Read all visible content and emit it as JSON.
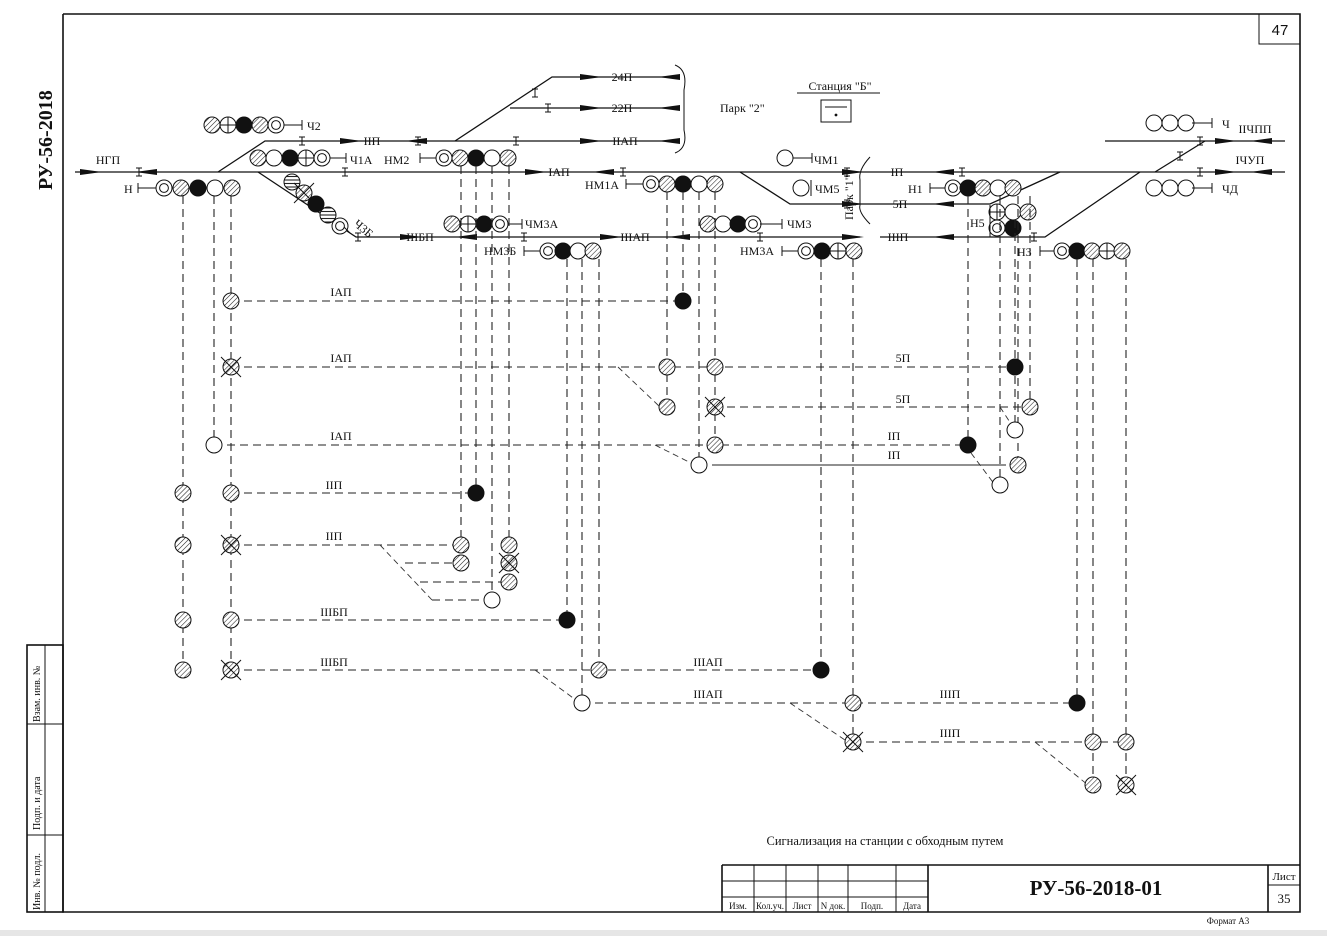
{
  "sheet": {
    "page_number": "47",
    "side_title": "РУ-56-2018",
    "caption": "Сигнализация на станции с обходным путем",
    "doc_code": "РУ-56-2018-01",
    "sheet_label": "Лист",
    "sheet_number": "35",
    "format_label": "Формат А3",
    "stamp_columns": [
      "Изм.",
      "Кол.уч.",
      "Лист",
      "N док.",
      "Подп.",
      "Дата"
    ],
    "side_stamp": [
      "Взам. инв. №",
      "Подп. и дата",
      "Инв. № подл."
    ]
  },
  "colors": {
    "ink": "#111111",
    "hatch": "#222222",
    "paper": "#ffffff"
  },
  "legend": {
    "station_b": "Станция \"Б\"",
    "park2": "Парк \"2\"",
    "park1": "Парк \"1\""
  },
  "track_labels": {
    "ngp": "НГП",
    "iip_top": "IIП",
    "iiap": "IIАП",
    "p22": "22П",
    "p24": "24П",
    "iap": "IАП",
    "ip": "IП",
    "p5": "5П",
    "iiip": "IIIП",
    "iiibp": "IIIБП",
    "iiiap": "IIIАП",
    "iichpp": "IIЧПП",
    "ichup": "IЧУП"
  },
  "signals": [
    {
      "name": "Ч2",
      "lamps": [
        "hatch",
        "cross",
        "solid",
        "hatch",
        "double"
      ]
    },
    {
      "name": "Ч1А",
      "lamps": [
        "hatch",
        "open",
        "solid",
        "cross",
        "double"
      ]
    },
    {
      "name": "Ч3Б",
      "lamps": [
        "hatchh",
        "x",
        "solid",
        "hatchh",
        "double"
      ]
    },
    {
      "name": "Н",
      "lamps": [
        "double",
        "hatch",
        "solid",
        "open",
        "hatch"
      ]
    },
    {
      "name": "НМ2",
      "lamps": [
        "double",
        "hatch",
        "solid",
        "open",
        "hatch"
      ]
    },
    {
      "name": "ЧМ3А",
      "lamps": [
        "hatch",
        "cross",
        "solid",
        "double"
      ]
    },
    {
      "name": "НМ3Б",
      "lamps": [
        "double",
        "solid",
        "open",
        "hatch"
      ]
    },
    {
      "name": "НМ1А",
      "lamps": [
        "double",
        "hatch",
        "solid",
        "open",
        "hatch"
      ]
    },
    {
      "name": "ЧМ3",
      "lamps": [
        "hatch",
        "open",
        "solid",
        "double"
      ]
    },
    {
      "name": "НМ3А",
      "lamps": [
        "double",
        "solid",
        "cross",
        "hatch"
      ]
    },
    {
      "name": "ЧМ1",
      "lamps": [
        "open"
      ]
    },
    {
      "name": "ЧМ5",
      "lamps": [
        "open"
      ]
    },
    {
      "name": "Н1",
      "lamps": [
        "double",
        "solid",
        "hatch",
        "open",
        "hatch"
      ]
    },
    {
      "name": "Н5",
      "lamps": [
        "cross",
        "open",
        "hatch",
        "double",
        "solid"
      ]
    },
    {
      "name": "Н3",
      "lamps": [
        "double",
        "solid",
        "hatch",
        "cross",
        "hatch"
      ]
    },
    {
      "name": "Ч",
      "lamps": [
        "open",
        "open",
        "open"
      ]
    },
    {
      "name": "ЧД",
      "lamps": [
        "open",
        "open",
        "open"
      ]
    }
  ],
  "route_rows": [
    {
      "label": "IАП",
      "endpoint": "solid"
    },
    {
      "label": "IАП",
      "endpoint": "hatch"
    },
    {
      "label": "5П",
      "endpoint": "solid"
    },
    {
      "label": "5П",
      "endpoint": "hatch"
    },
    {
      "label": "IАП",
      "endpoint": "open"
    },
    {
      "label": "IП",
      "endpoint": "solid"
    },
    {
      "label": "IП",
      "endpoint": "open"
    },
    {
      "label": "IIП",
      "endpoint": "solid"
    },
    {
      "label": "IIП",
      "endpoint": "open"
    },
    {
      "label": "IIIБП",
      "endpoint": "solid"
    },
    {
      "label": "IIIБП",
      "endpoint": "hatch"
    },
    {
      "label": "IIIАП",
      "endpoint": "solid"
    },
    {
      "label": "IIIАП",
      "endpoint": "open"
    },
    {
      "label": "IIIП",
      "endpoint": "solid"
    },
    {
      "label": "IIIП",
      "endpoint": "hatch"
    }
  ]
}
